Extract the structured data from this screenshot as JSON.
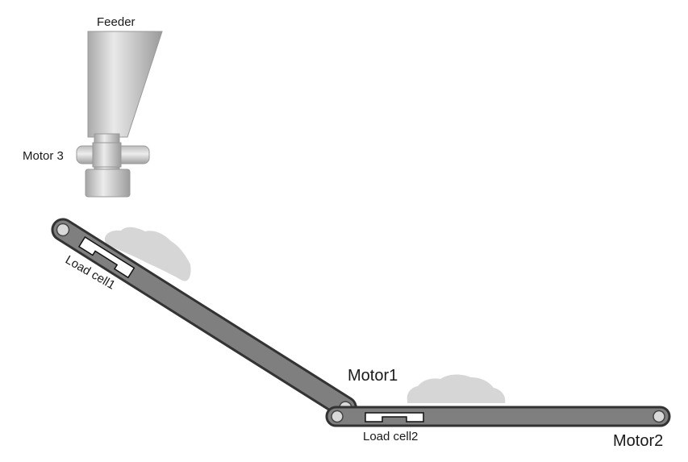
{
  "labels": {
    "feeder": "Feeder",
    "motor3": "Motor 3",
    "load_cell1": "Load cell1",
    "motor1": "Motor1",
    "load_cell2": "Load cell2",
    "motor2": "Motor2"
  },
  "colors": {
    "belt_fill": "#7f7f7f",
    "belt_outline": "#333333",
    "pulley_fill": "#d9d9d9",
    "material": "#d6d6d6",
    "feeder_light": "#e6e6e6",
    "feeder_dark": "#a8a8a8",
    "load_cell_fill": "#ffffff"
  }
}
